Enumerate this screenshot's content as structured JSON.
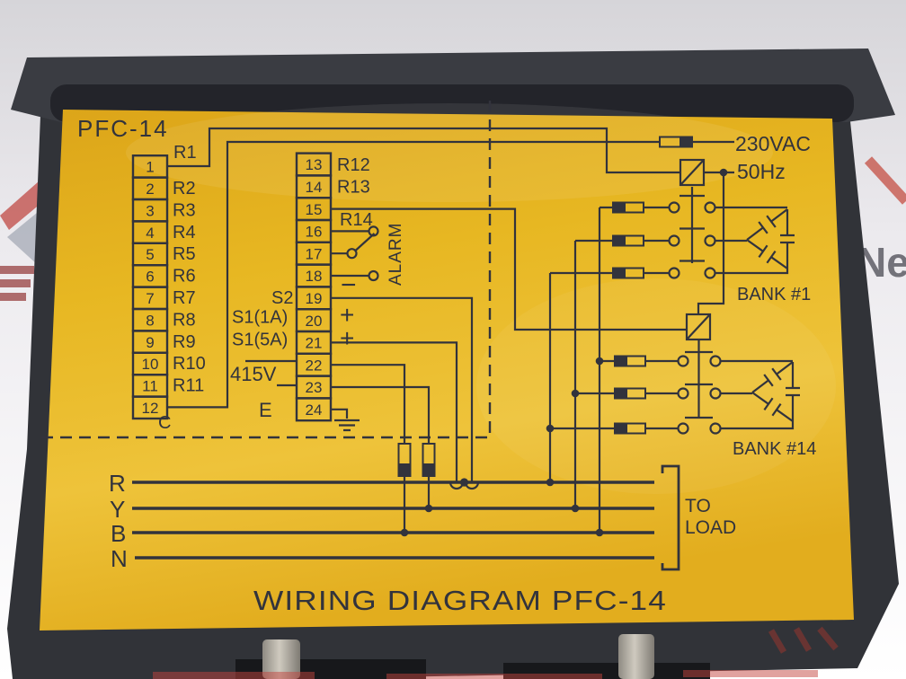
{
  "photo": {
    "device_model": "PFC-14",
    "diagram_title": "WIRING DIAGRAM PFC-14",
    "supply": {
      "voltage": "230VAC",
      "frequency": "50Hz"
    },
    "left_terminals": [
      {
        "num": "1",
        "name": "R1"
      },
      {
        "num": "2",
        "name": "R2"
      },
      {
        "num": "3",
        "name": "R3"
      },
      {
        "num": "4",
        "name": "R4"
      },
      {
        "num": "5",
        "name": "R5"
      },
      {
        "num": "6",
        "name": "R6"
      },
      {
        "num": "7",
        "name": "R7"
      },
      {
        "num": "8",
        "name": "R8"
      },
      {
        "num": "9",
        "name": "R9"
      },
      {
        "num": "10",
        "name": "R10"
      },
      {
        "num": "11",
        "name": "R11"
      },
      {
        "num": "12",
        "name": "C"
      }
    ],
    "mid_terminals": [
      {
        "num": "13",
        "name": "R12"
      },
      {
        "num": "14",
        "name": "R13"
      },
      {
        "num": "15",
        "name": ""
      },
      {
        "num": "16",
        "name": "R14"
      },
      {
        "num": "17",
        "name": ""
      },
      {
        "num": "18",
        "name": ""
      },
      {
        "num": "19",
        "name": ""
      },
      {
        "num": "20",
        "name": ""
      },
      {
        "num": "21",
        "name": ""
      },
      {
        "num": "22",
        "name": ""
      },
      {
        "num": "23",
        "name": ""
      },
      {
        "num": "24",
        "name": ""
      }
    ],
    "alarm_label": "ALARM",
    "ct_labels": {
      "s2": "S2",
      "s1_1a": "S1(1A)",
      "s1_5a": "S1(5A)"
    },
    "polarity": {
      "minus": "−",
      "plus_20": "+",
      "plus_21": "+"
    },
    "voltage_input": "415V",
    "earth_label": "E",
    "banks": {
      "bank1": "BANK #1",
      "bank14": "BANK #14"
    },
    "phases": {
      "r": "R",
      "y": "Y",
      "b": "B",
      "n": "N"
    },
    "load": {
      "line1": "TO",
      "line2": "LOAD"
    },
    "watermark": {
      "right_text": "Ne"
    }
  }
}
